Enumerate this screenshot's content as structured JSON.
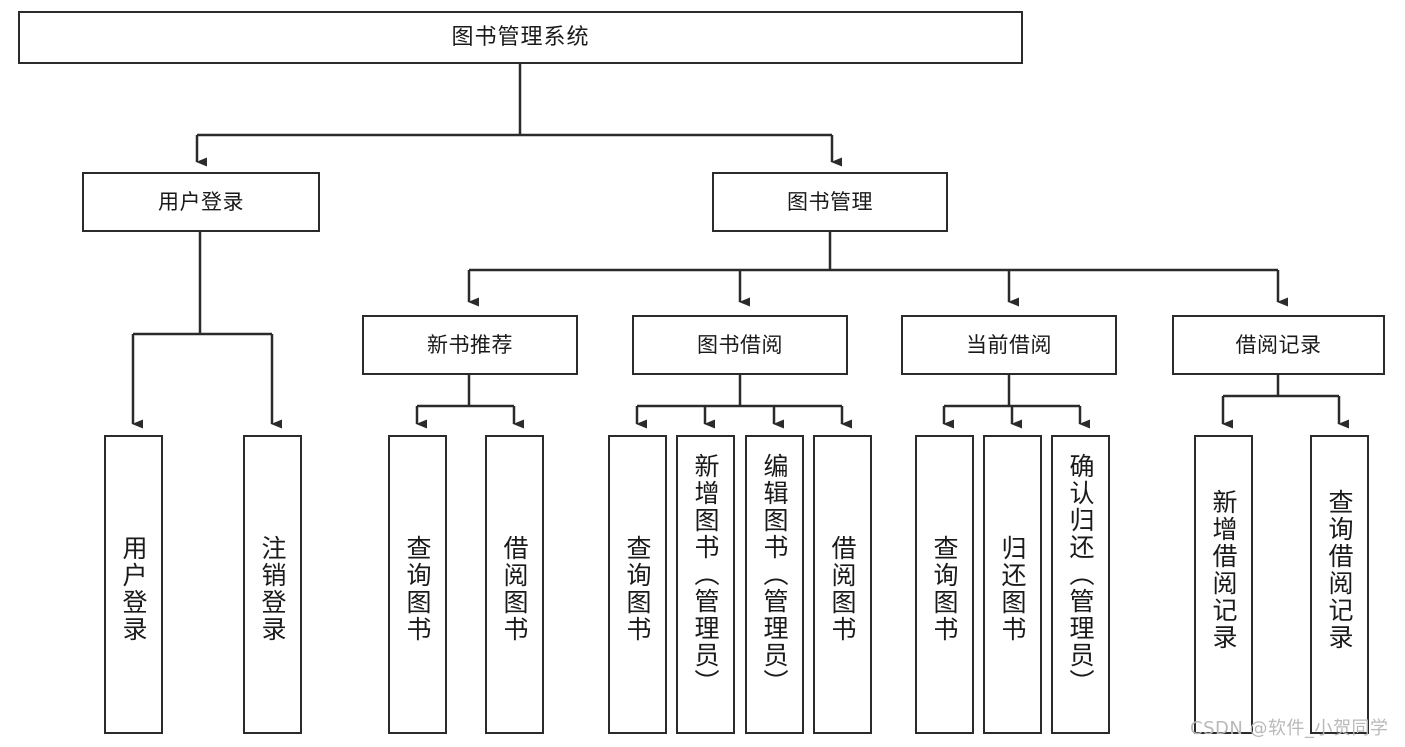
{
  "diagram": {
    "type": "hierarchy-tree",
    "title": "图书管理系统",
    "orientation": "top-down",
    "levels": 4,
    "root": {
      "id": "root",
      "label": "图书管理系统"
    },
    "level2": [
      {
        "id": "user-login",
        "label": "用户登录"
      },
      {
        "id": "book-manage",
        "label": "图书管理"
      }
    ],
    "level3": [
      {
        "id": "new-book-recommend",
        "label": "新书推荐",
        "parent": "book-manage"
      },
      {
        "id": "book-borrow",
        "label": "图书借阅",
        "parent": "book-manage"
      },
      {
        "id": "current-borrow",
        "label": "当前借阅",
        "parent": "book-manage"
      },
      {
        "id": "borrow-record",
        "label": "借阅记录",
        "parent": "book-manage"
      }
    ],
    "leaves": {
      "user_login": [
        {
          "id": "leaf-user-login",
          "label": "用户登录"
        },
        {
          "id": "leaf-logout",
          "label": "注销登录"
        }
      ],
      "new_book_recommend": [
        {
          "id": "leaf-query-book-1",
          "label": "查询图书"
        },
        {
          "id": "leaf-borrow-book-1",
          "label": "借阅图书"
        }
      ],
      "book_borrow": [
        {
          "id": "leaf-query-book-2",
          "label": "查询图书"
        },
        {
          "id": "leaf-add-book",
          "label": "新增图书（管理员）"
        },
        {
          "id": "leaf-edit-book",
          "label": "编辑图书（管理员）"
        },
        {
          "id": "leaf-borrow-book-2",
          "label": "借阅图书"
        }
      ],
      "current_borrow": [
        {
          "id": "leaf-query-book-3",
          "label": "查询图书"
        },
        {
          "id": "leaf-return-book",
          "label": "归还图书"
        },
        {
          "id": "leaf-confirm-return",
          "label": "确认归还（管理员）"
        }
      ],
      "borrow_record": [
        {
          "id": "leaf-add-record",
          "label": "新增借阅记录"
        },
        {
          "id": "leaf-query-record",
          "label": "查询借阅记录"
        }
      ]
    }
  },
  "watermark": {
    "text": "CSDN @软件_小贺同学"
  },
  "colors": {
    "stroke": "#2b2b2b",
    "background": "#ffffff",
    "text": "#1a1a1a",
    "watermark": "#b9b9b9"
  }
}
